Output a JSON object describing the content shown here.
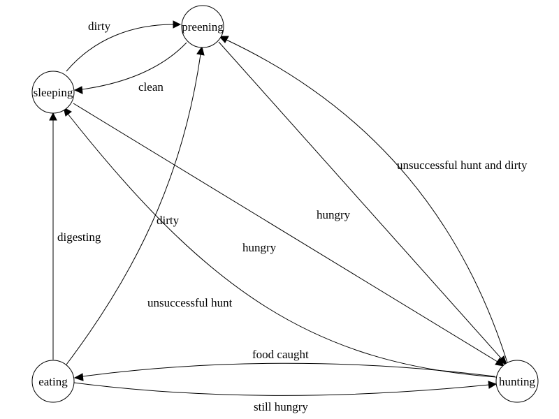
{
  "diagram": {
    "nodes": {
      "preening": "preening",
      "sleeping": "sleeping",
      "eating": "eating",
      "hunting": "hunting"
    },
    "edges": {
      "sleeping_to_preening": "dirty",
      "preening_to_sleeping": "clean",
      "eating_to_sleeping": "digesting",
      "eating_to_preening": "dirty",
      "sleeping_to_hunting": "hungry",
      "preening_to_hunting": "hungry",
      "hunting_to_sleeping": "unsuccessful hunt",
      "hunting_to_preening": "unsuccessful hunt and dirty",
      "hunting_to_eating": "food caught",
      "eating_to_hunting": "still hungry"
    }
  }
}
